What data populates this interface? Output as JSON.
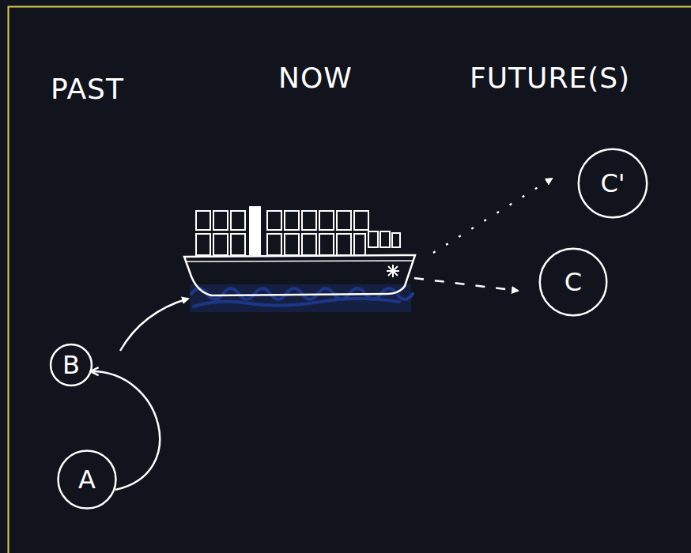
{
  "diagram": {
    "nodes": [
      {
        "text": [
          "B"
        ]
      },
      {
        "text": [
          "A"
        ]
      },
      {
        "text": [
          "C'"
        ]
      },
      {
        "text": [
          "C"
        ]
      }
    ],
    "edges": [
      {
        "from": 1,
        "to": 0,
        "arrow": "to"
      }
    ],
    "labels": [
      "PAST",
      "NOW",
      "FUTURE(S)"
    ]
  }
}
